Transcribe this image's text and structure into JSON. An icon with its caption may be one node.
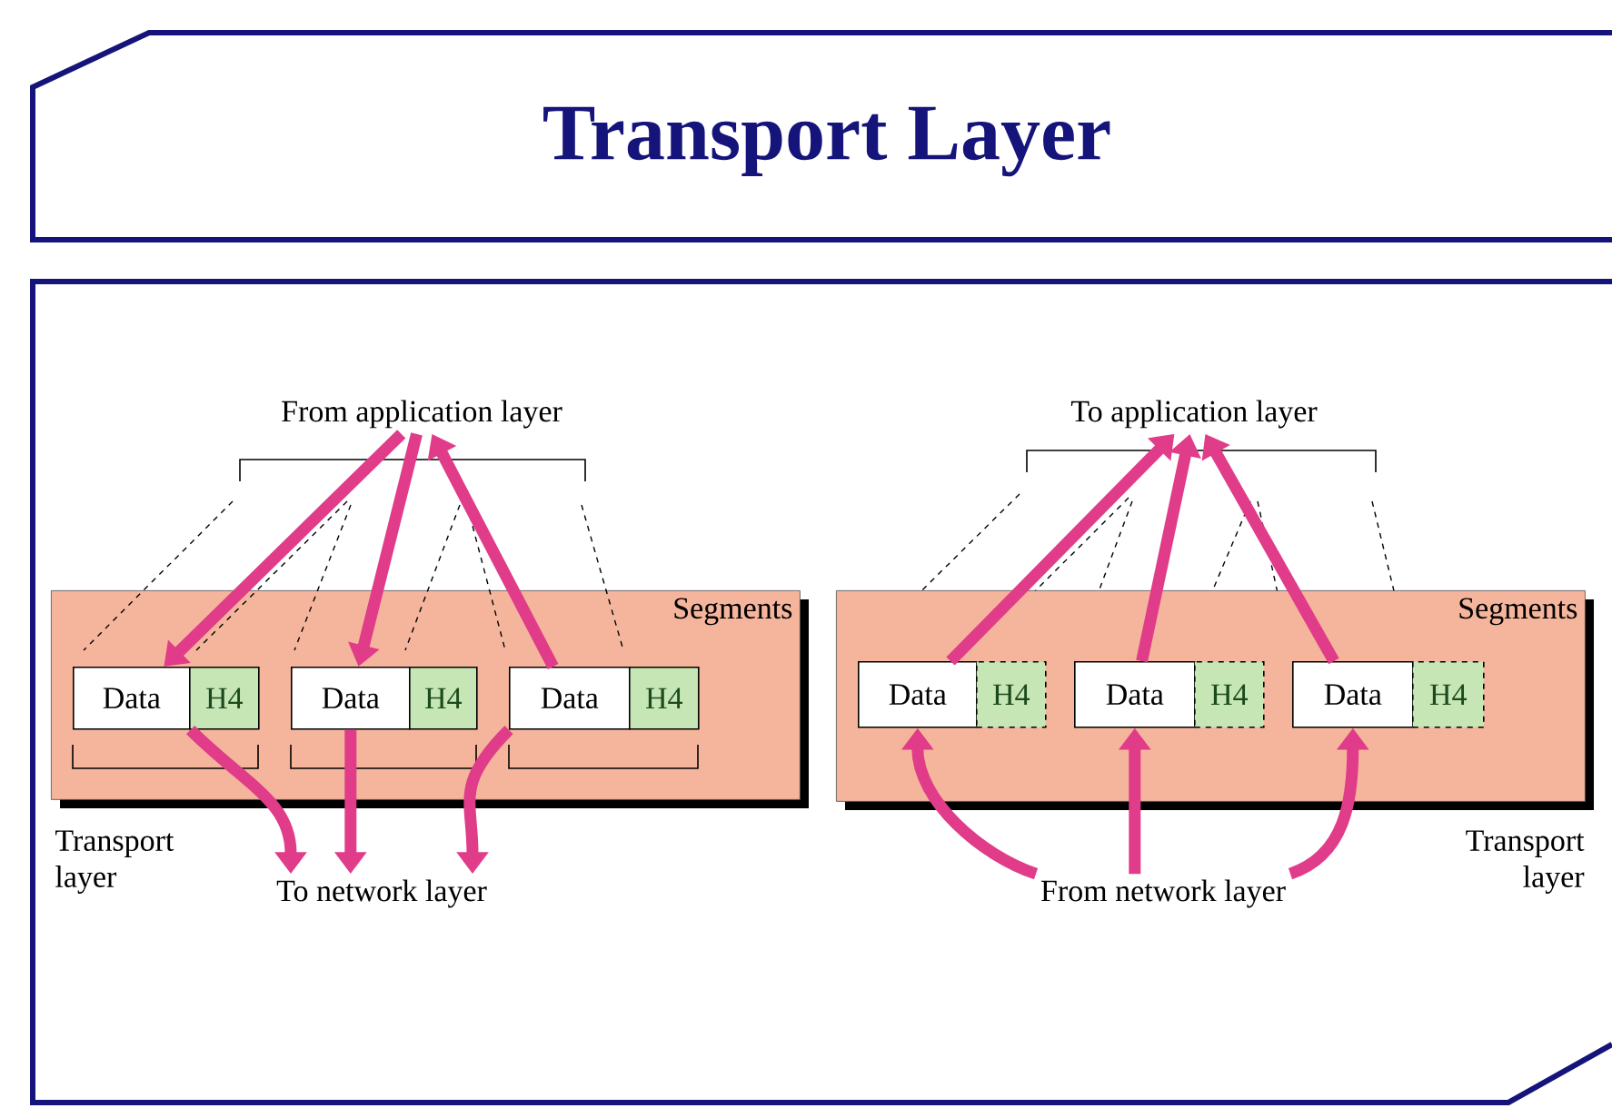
{
  "diagram": {
    "title": "Transport Layer",
    "nodes": [
      {
        "text": [
          "Segments"
        ],
        "beside": [
          "Transport layer"
        ]
      },
      {
        "text": [
          "Data"
        ],
        "in": 0
      },
      {
        "text": [
          "H4"
        ],
        "in": 0
      },
      {
        "text": [
          "Data"
        ],
        "in": 0
      },
      {
        "text": [
          "H4"
        ],
        "in": 0
      },
      {
        "text": [
          "Data"
        ],
        "in": 0
      },
      {
        "text": [
          "H4"
        ],
        "in": 0
      },
      {
        "text": [
          "Segments"
        ],
        "beside": [
          "Transport layer"
        ]
      },
      {
        "text": [
          "Data"
        ],
        "in": 7
      },
      {
        "text": [
          "H4"
        ],
        "in": 7
      },
      {
        "text": [
          "Data"
        ],
        "in": 7
      },
      {
        "text": [
          "H4"
        ],
        "in": 7
      },
      {
        "text": [
          "Data"
        ],
        "in": 7
      },
      {
        "text": [
          "H4"
        ],
        "in": 7
      },
      {
        "text": [
          "From application layer"
        ]
      },
      {
        "text": [
          "To network layer"
        ]
      },
      {
        "text": [
          "To application layer"
        ]
      },
      {
        "text": [
          "From network layer"
        ]
      }
    ],
    "edges": [
      {
        "from": 14,
        "to": 1,
        "arrow": "to"
      },
      {
        "from": 14,
        "to": 3,
        "arrow": "to"
      },
      {
        "from": 5,
        "to": 14,
        "arrow": "to"
      },
      {
        "from": 1,
        "to": 15,
        "arrow": "to"
      },
      {
        "from": 3,
        "to": 15,
        "arrow": "to"
      },
      {
        "from": 5,
        "to": 15,
        "arrow": "to"
      },
      {
        "from": 8,
        "to": 16,
        "arrow": "to"
      },
      {
        "from": 10,
        "to": 16,
        "arrow": "to"
      },
      {
        "from": 12,
        "to": 16,
        "arrow": "to"
      },
      {
        "from": 17,
        "to": 8,
        "arrow": "to"
      },
      {
        "from": 17,
        "to": 10,
        "arrow": "to"
      },
      {
        "from": 17,
        "to": 12,
        "arrow": "to"
      }
    ]
  }
}
